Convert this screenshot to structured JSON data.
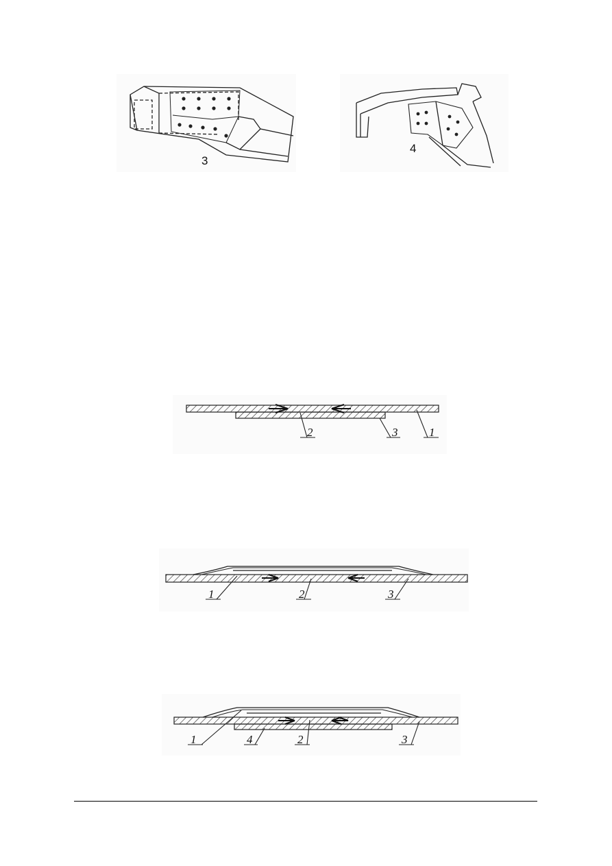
{
  "figures": {
    "top_left": {
      "label": "3"
    },
    "top_right": {
      "label": "4"
    },
    "section_a": {
      "callouts": [
        "2",
        "3",
        "1"
      ]
    },
    "section_b": {
      "callouts": [
        "1",
        "2",
        "3"
      ]
    },
    "section_c": {
      "callouts": [
        "1",
        "4",
        "2",
        "3"
      ]
    }
  },
  "colors": {
    "ink": "#222222",
    "paper": "#ffffff",
    "figure_bg": "#fbfbfb"
  }
}
